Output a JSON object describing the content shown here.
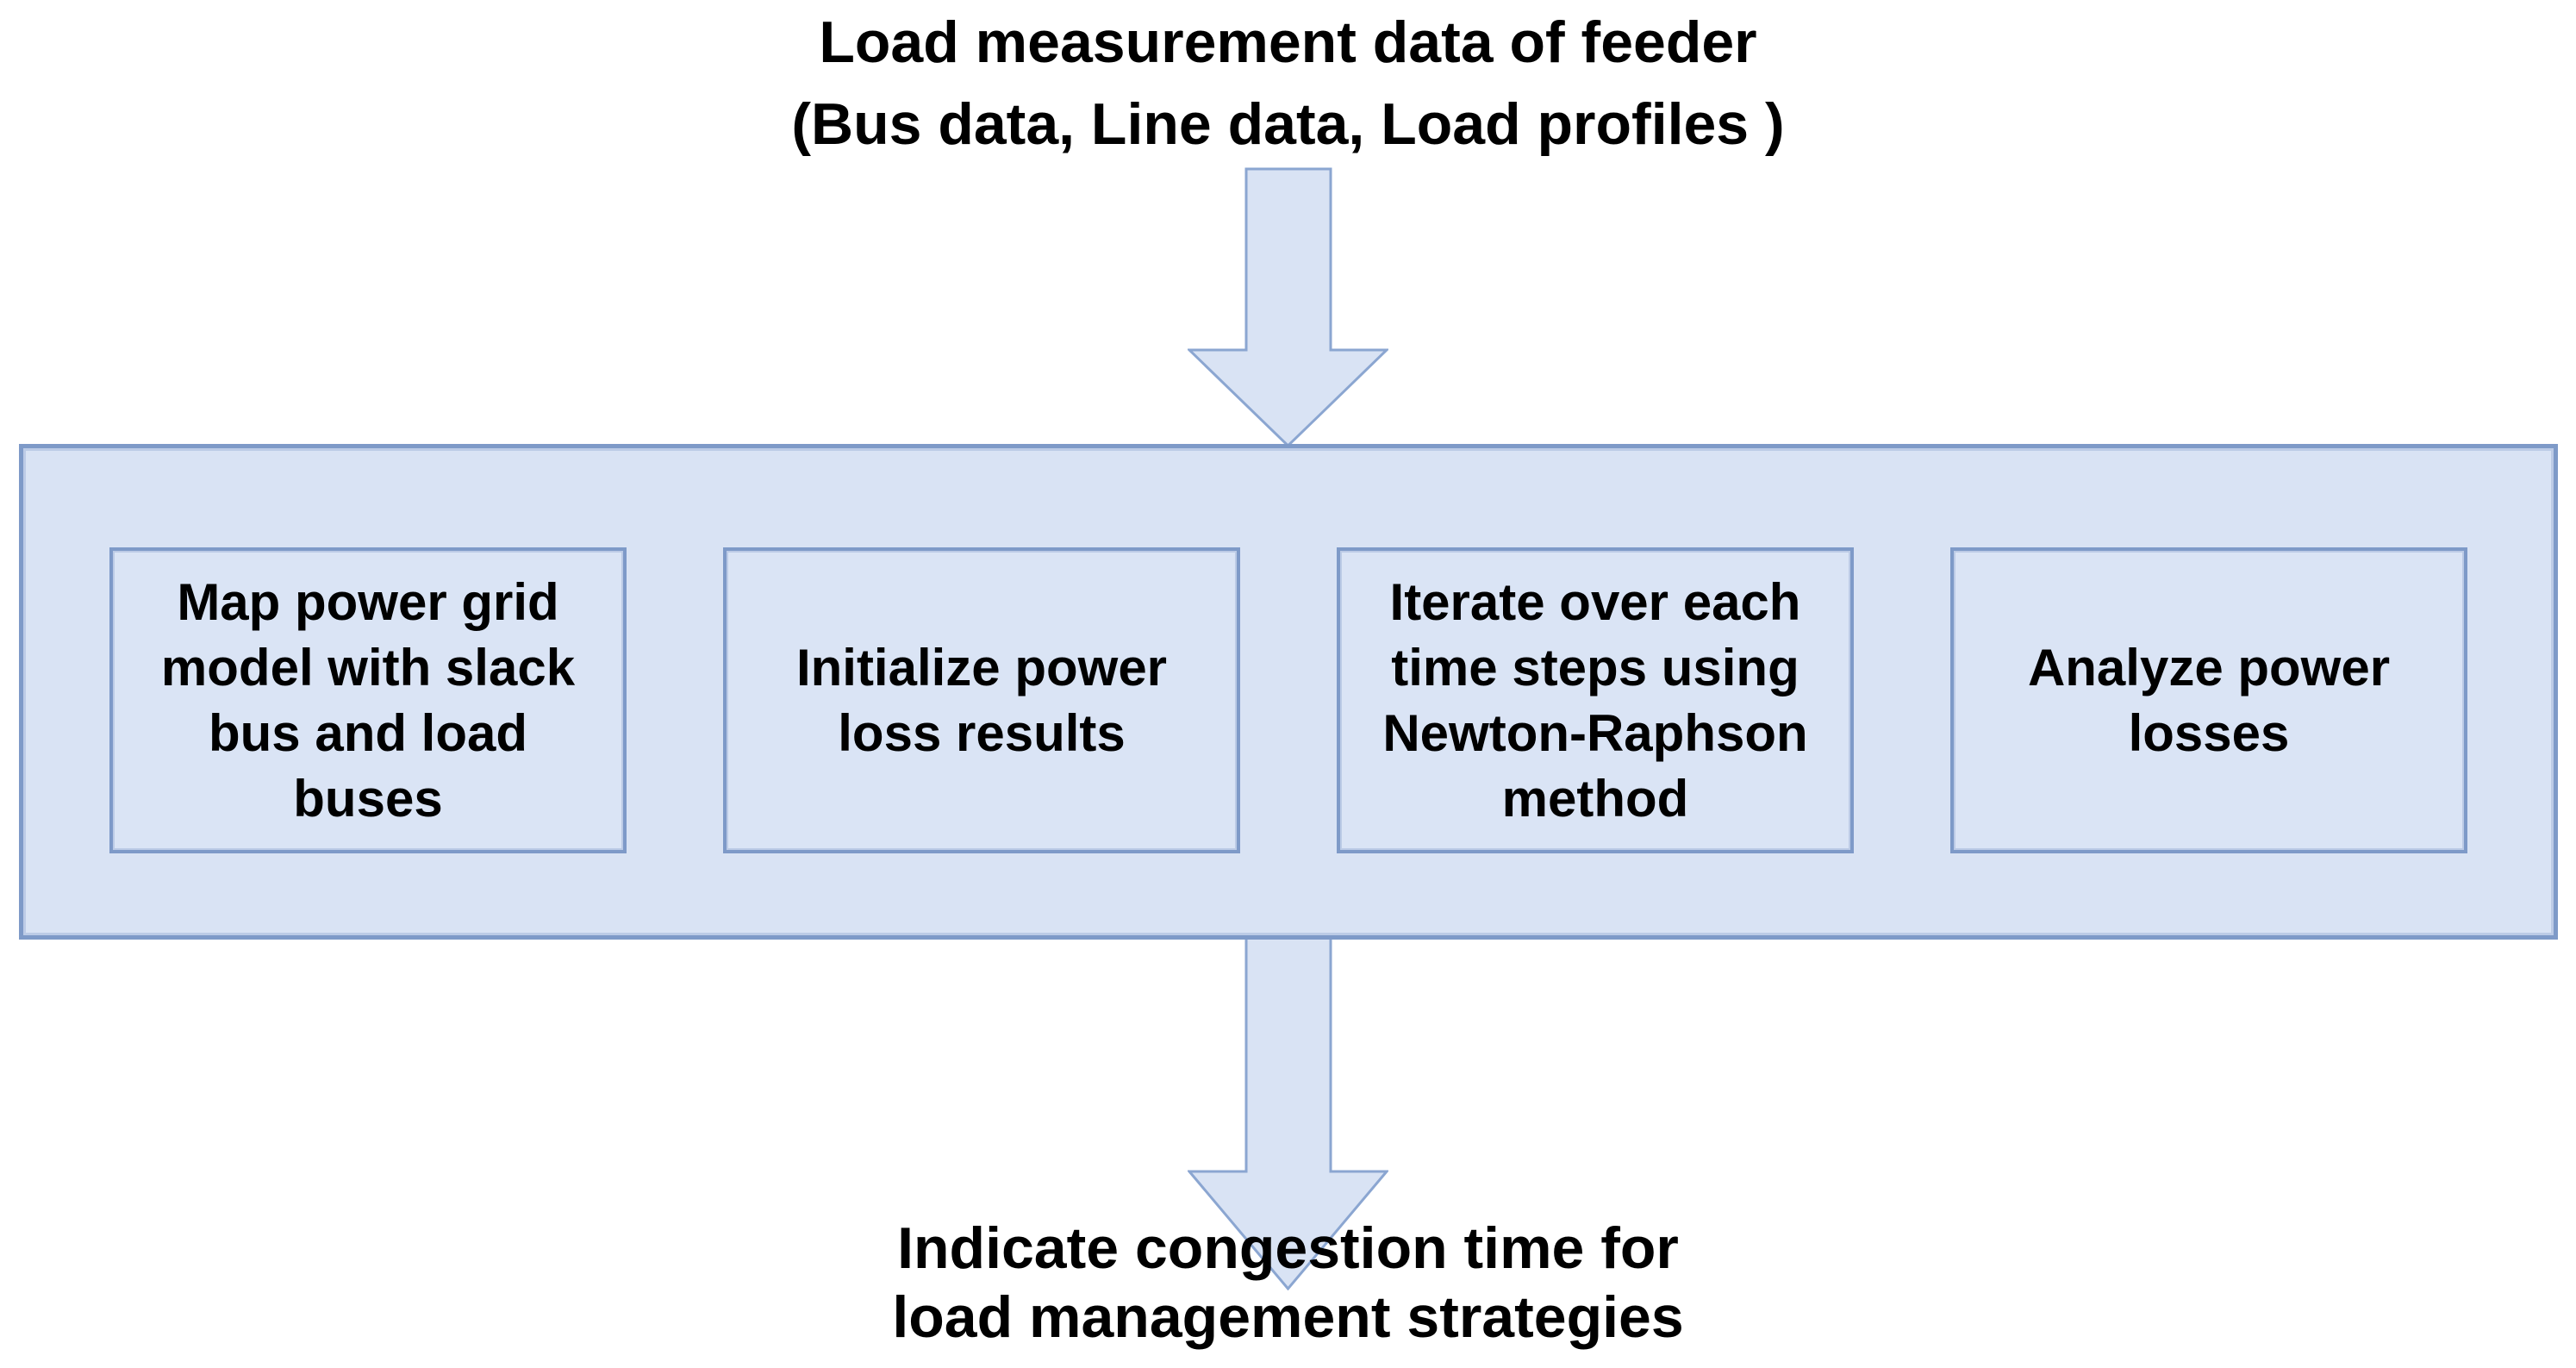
{
  "flowchart": {
    "input_label": {
      "line1": "Load measurement data of feeder",
      "line2": "(Bus data, Line data, Load profiles )"
    },
    "steps": [
      "Map power grid model with slack bus and load buses",
      "Initialize power loss results",
      "Iterate over each time steps using Newton-Raphson method",
      "Analyze power losses"
    ],
    "output_label": {
      "line1": "Indicate congestion time for",
      "line2": "load management strategies"
    },
    "icons": {
      "top_arrow": "down-block-arrow",
      "bottom_arrow": "down-block-arrow"
    },
    "colors": {
      "shape_fill": "#d9e3f4",
      "shape_border": "#7e9ac8",
      "border_highlight": "#bccbe6",
      "text": "#000000",
      "background": "#ffffff"
    }
  }
}
